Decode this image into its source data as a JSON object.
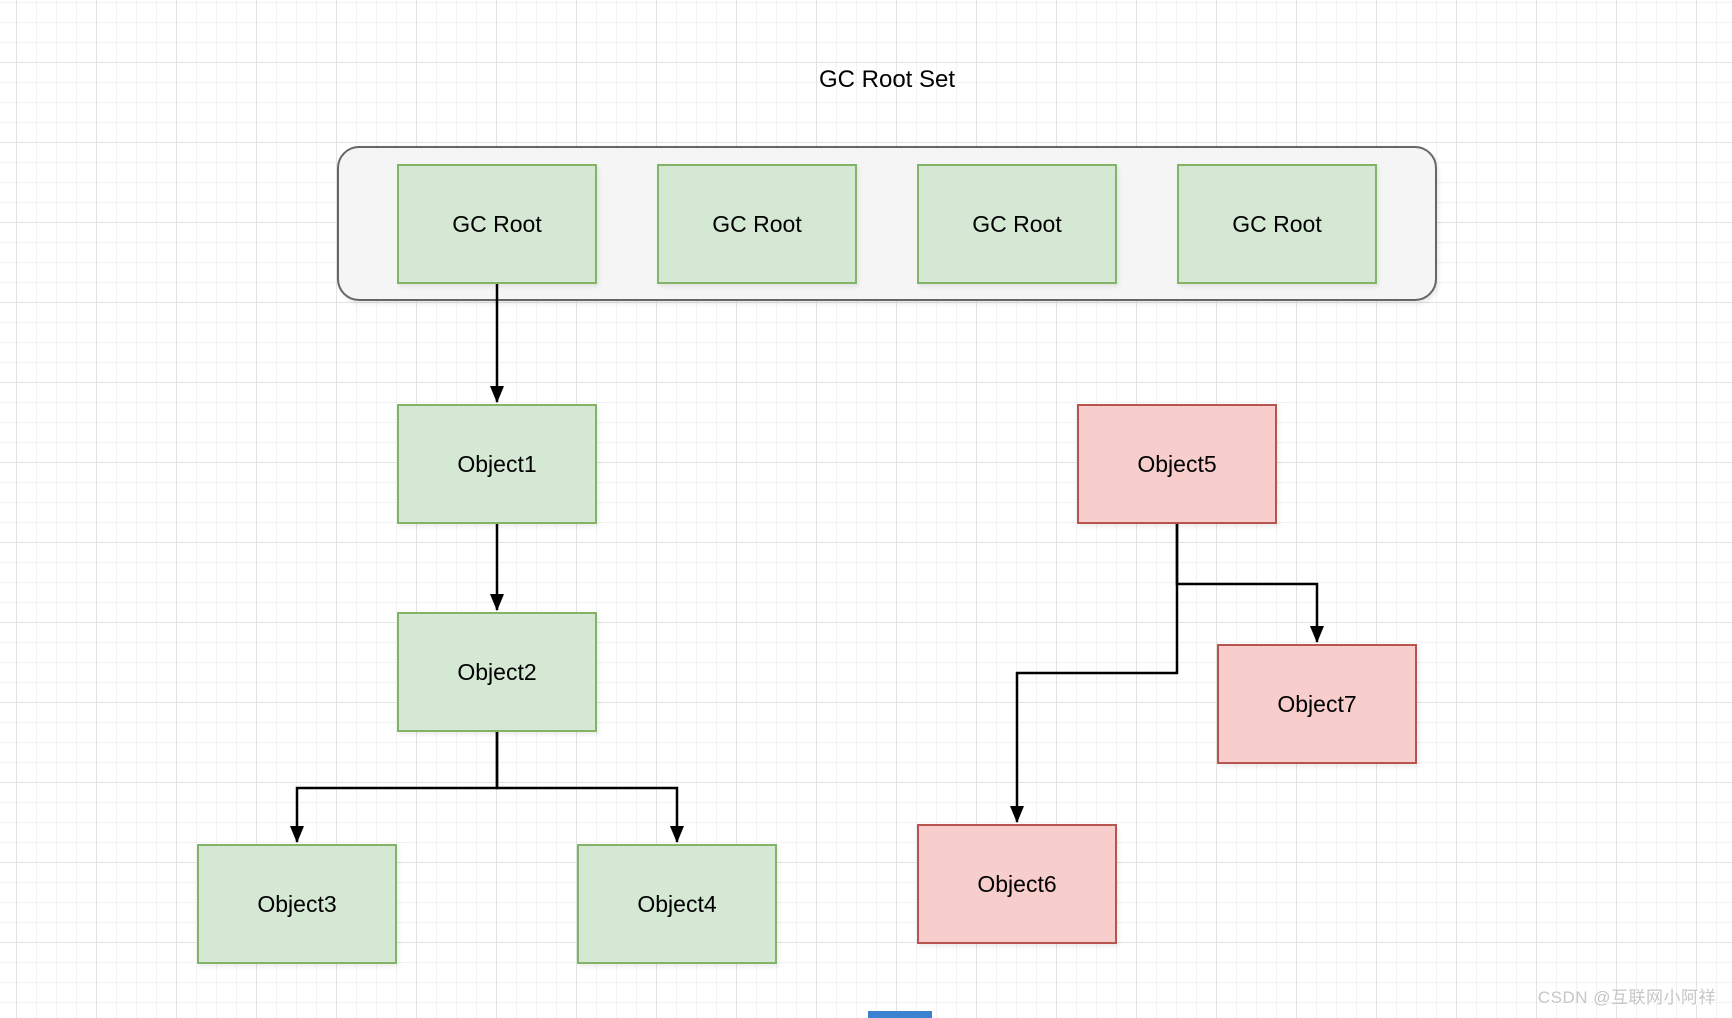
{
  "diagram": {
    "title": "GC Root Set",
    "root_set": {
      "roots": [
        "GC Root",
        "GC Root",
        "GC Root",
        "GC Root"
      ]
    },
    "objects": [
      {
        "label": "Object1",
        "state": "reachable"
      },
      {
        "label": "Object2",
        "state": "reachable"
      },
      {
        "label": "Object3",
        "state": "reachable"
      },
      {
        "label": "Object4",
        "state": "reachable"
      },
      {
        "label": "Object5",
        "state": "unreachable"
      },
      {
        "label": "Object6",
        "state": "unreachable"
      },
      {
        "label": "Object7",
        "state": "unreachable"
      }
    ],
    "edges": [
      {
        "from": "GC Root 1",
        "to": "Object1"
      },
      {
        "from": "Object1",
        "to": "Object2"
      },
      {
        "from": "Object2",
        "to": "Object3"
      },
      {
        "from": "Object2",
        "to": "Object4"
      },
      {
        "from": "Object5",
        "to": "Object7"
      },
      {
        "from": "Object5",
        "to": "Object6"
      }
    ],
    "colors": {
      "reachable_fill": "#d5e8d4",
      "reachable_border": "#82b366",
      "unreachable_fill": "#f8cecc",
      "unreachable_border": "#b85450",
      "container_fill": "#f5f5f5",
      "container_border": "#666666",
      "connector": "#000000"
    }
  },
  "watermark": "CSDN @互联网小阿祥"
}
